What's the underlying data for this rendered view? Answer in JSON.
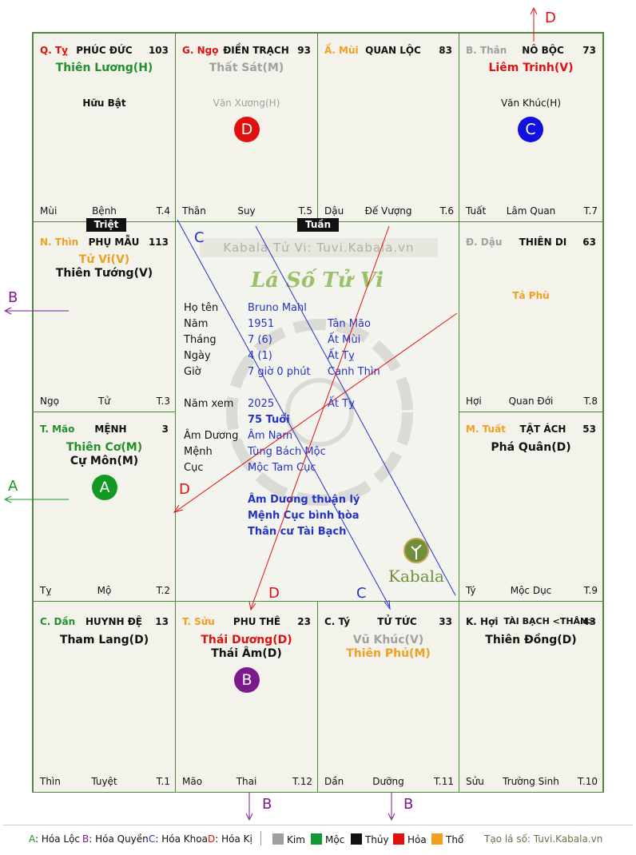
{
  "cells": {
    "ty": {
      "can": "Q. Tỵ",
      "name": "PHÚC ĐỨC",
      "num": "103",
      "stars": [
        "Thiên Lương(H)"
      ],
      "minor": [
        "Hữu Bật"
      ],
      "branch": "Mùi",
      "state": "Bệnh",
      "age": "T.4"
    },
    "ngo": {
      "can": "G. Ngọ",
      "name": "ĐIỀN TRẠCH",
      "num": "93",
      "stars": [
        "Thất Sát(M)"
      ],
      "minor": [
        "Văn Xương(H)"
      ],
      "badge": "D",
      "branch": "Thân",
      "state": "Suy",
      "age": "T.5"
    },
    "mui": {
      "can": "Ấ. Mùi",
      "name": "QUAN LỘC",
      "num": "83",
      "stars": [],
      "minor": [],
      "branch": "Dậu",
      "state": "Đế Vượng",
      "age": "T.6"
    },
    "than": {
      "can": "B. Thân",
      "name": "NÔ BỘC",
      "num": "73",
      "stars": [
        "Liêm Trinh(V)"
      ],
      "minor": [
        "Văn Khúc(H)"
      ],
      "badge": "C",
      "branch": "Tuất",
      "state": "Lâm Quan",
      "age": "T.7"
    },
    "thin": {
      "can": "N. Thìn",
      "name": "PHỤ MẪU",
      "num": "113",
      "stars": [
        "Tử Vi(V)",
        "Thiên Tướng(V)"
      ],
      "minor": [],
      "branch": "Ngọ",
      "state": "Tử",
      "age": "T.3"
    },
    "dau": {
      "can": "Đ. Dậu",
      "name": "THIÊN DI",
      "num": "63",
      "stars": [],
      "minor": [
        "Tả Phù"
      ],
      "branch": "Hợi",
      "state": "Quan Đới",
      "age": "T.8"
    },
    "mao": {
      "can": "T. Mão",
      "name": "MỆNH",
      "num": "3",
      "stars": [
        "Thiên Cơ(M)",
        "Cự Môn(M)"
      ],
      "minor": [],
      "badge": "A",
      "branch": "Tỵ",
      "state": "Mộ",
      "age": "T.2"
    },
    "tuat": {
      "can": "M. Tuất",
      "name": "TẬT ÁCH",
      "num": "53",
      "stars": [
        "Phá Quân(D)"
      ],
      "minor": [],
      "branch": "Tý",
      "state": "Mộc Dục",
      "age": "T.9"
    },
    "dan": {
      "can": "C. Dần",
      "name": "HUYNH ĐỆ",
      "num": "13",
      "stars": [
        "Tham Lang(D)"
      ],
      "minor": [],
      "branch": "Thìn",
      "state": "Tuyệt",
      "age": "T.1"
    },
    "suu": {
      "can": "T. Sửu",
      "name": "PHU THÊ",
      "num": "23",
      "stars": [
        "Thái Dương(D)",
        "Thái Âm(D)"
      ],
      "minor": [],
      "badge": "B",
      "branch": "Mão",
      "state": "Thai",
      "age": "T.12"
    },
    "tys": {
      "can": "C. Tý",
      "name": "TỬ TỨC",
      "num": "33",
      "stars": [
        "Vũ Khúc(V)",
        "Thiên Phủ(M)"
      ],
      "minor": [],
      "branch": "Dần",
      "state": "Dưỡng",
      "age": "T.11"
    },
    "hoi": {
      "can": "K. Hợi",
      "name": "TÀI BẠCH <THÂN>",
      "num": "43",
      "stars": [
        "Thiên Đồng(D)"
      ],
      "minor": [],
      "branch": "Sửu",
      "state": "Trường Sinh",
      "age": "T.10"
    }
  },
  "tags": {
    "triet": "Triệt",
    "tuan": "Tuần"
  },
  "center": {
    "site": "Kabala Tử Vi: Tuvi.Kabala.vn",
    "title": "Lá Số Tử Vi",
    "rows": [
      {
        "label": "Họ tên",
        "v1": "Bruno Mahl",
        "v2": ""
      },
      {
        "label": "Năm",
        "v1": "1951",
        "v2": "Tân Mão"
      },
      {
        "label": "Tháng",
        "v1": "7  (6)",
        "v2": "Ất Mùi"
      },
      {
        "label": "Ngày",
        "v1": "4  (1)",
        "v2": "Ất Tỵ"
      },
      {
        "label": "Giờ",
        "v1": "7 giờ 0 phút",
        "v2": "Canh Thìn"
      }
    ],
    "nam_xem_label": "Năm xem",
    "nam_xem": "2025",
    "nam_xem_can": "Ất Tỵ",
    "tuoi": "75 Tuổi",
    "rows2": [
      {
        "label": "Âm Dương",
        "v1": "Âm Nam"
      },
      {
        "label": "Mệnh",
        "v1": "Tùng Bách Mộc"
      },
      {
        "label": "Cục",
        "v1": "Mộc Tam Cục"
      }
    ],
    "notes": [
      "Âm Dương thuận lý",
      "Mệnh Cục bình hòa",
      "Thân cư Tài Bạch"
    ],
    "logo": "Kabala"
  },
  "arrows": {
    "top": "D",
    "left1": "B",
    "left2": "A",
    "bottom1": "B",
    "bottom2": "B",
    "inner_c1": "C",
    "inner_c2": "C",
    "inner_d1": "D",
    "inner_d2": "D"
  },
  "legend": {
    "hoa": [
      {
        "k": "A",
        "t": ": Hóa Lộc"
      },
      {
        "k": "B",
        "t": ": Hóa Quyền"
      },
      {
        "k": "C",
        "t": ": Hóa Khoa"
      },
      {
        "k": "D",
        "t": ": Hóa Kị"
      }
    ],
    "elements": [
      "Kim",
      "Mộc",
      "Thủy",
      "Hỏa",
      "Thổ"
    ],
    "credit": "Tạo lá số: Tuvi.Kabala.vn"
  },
  "colors": {
    "green": "#22902a",
    "orange": "#f0a020",
    "red": "#e01010",
    "gray": "#a0a0a0",
    "black": "#111111",
    "blue": "#2432c8",
    "purple": "#7a1a8c"
  }
}
